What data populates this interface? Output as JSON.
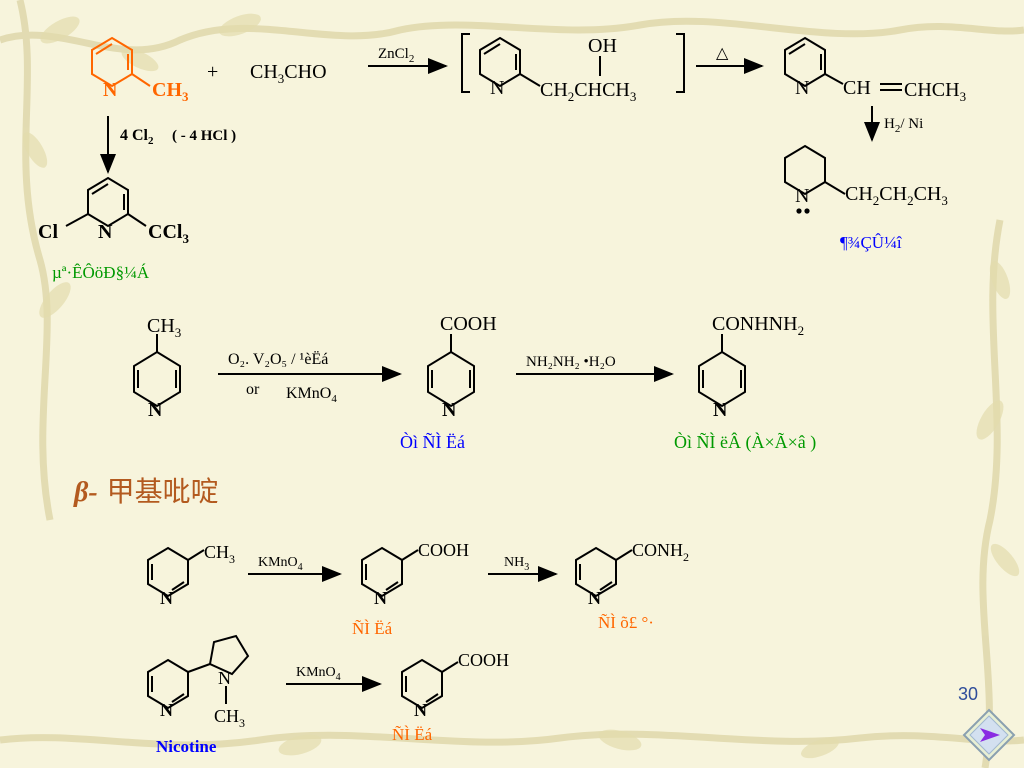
{
  "colors": {
    "orange": "#ff6600",
    "blue": "#0000ff",
    "green": "#009900",
    "text": "#000000",
    "beta": "#b35a1f",
    "page": "#2f4d9a"
  },
  "scheme1": {
    "reactant_ch3": "CH",
    "reactant_ch3_sub": "3",
    "plus": "+",
    "aldehyde": "CH",
    "aldehyde_sub": "3",
    "aldehyde_end": "CHO",
    "catalyst": "ZnCl",
    "catalyst_sub": "2",
    "intermediate_oh": "OH",
    "intermediate_chain": "CH",
    "intermediate_chain_sub": "2",
    "intermediate_chain_2": "CHCH",
    "intermediate_chain_sub2": "3",
    "heat": "△",
    "alkene_left": "CH",
    "alkene_right": "CHCH",
    "alkene_sub": "3",
    "reduction": "H",
    "reduction_sub": "2",
    "reduction_end": "/ Ni",
    "product_chain": "CH",
    "product_sub1": "2",
    "product_ch": "CH",
    "product_sub2": "2",
    "product_ch3": "CH",
    "product_sub3": "3",
    "product_name": "¶¾ÇÛ¼î",
    "chlorination": "4 Cl",
    "chlorination_sub": "2",
    "chlorination_note": "( - 4  HCl )",
    "cl_left": "Cl",
    "ccl": "CCl",
    "ccl_sub": "3",
    "cl_product_name": "µª·ÊÔöÐ§¼Á",
    "n": "N"
  },
  "scheme2": {
    "ch3": "CH",
    "ch3_sub": "3",
    "reagent_top": "O",
    "reagent_top_full": "O₂. V₂O₅ / ¹èËá",
    "reagent_or": "or",
    "reagent_bottom": "KMnO",
    "reagent_bottom_sub": "4",
    "acid": "COOH",
    "acid_name": "Òì ÑÌ Ëá",
    "hydrazine": "NH₂NH₂ •H₂O",
    "hydrazide": "CONHNH",
    "hydrazide_sub": "2",
    "hydrazide_name": "Òì ÑÌ  ëÂ (À×Ã×â )"
  },
  "heading": {
    "symbol": "β-",
    "text": "甲基吡啶"
  },
  "scheme3": {
    "ch3": "CH",
    "ch3_sub": "3",
    "oxidant": "KMnO",
    "oxidant_sub": "4",
    "acid": "COOH",
    "acid_name": "ÑÌ  Ëá",
    "ammonia": "NH",
    "ammonia_sub": "3",
    "amide": "CONH",
    "amide_sub": "2",
    "amide_name": "ÑÌ  õ£  °·"
  },
  "scheme4": {
    "n_methyl": "N",
    "ch3": "CH",
    "ch3_sub": "3",
    "oxidant": "KMnO",
    "oxidant_sub": "4",
    "acid": "COOH",
    "acid_name": "ÑÌ  Ëá",
    "nicotine": "Nicotine"
  },
  "page_number": "30"
}
